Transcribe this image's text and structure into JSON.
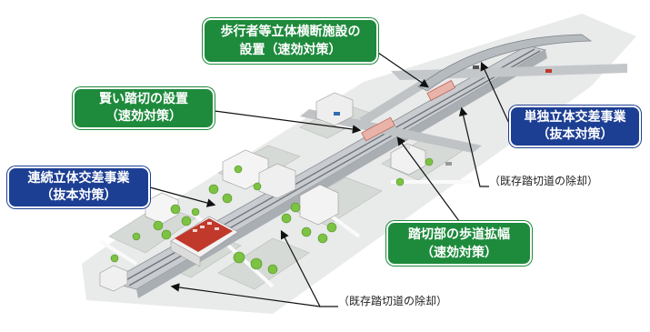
{
  "callouts": {
    "pedestrian_crossing": {
      "line1": "歩行者等立体横断施設の",
      "line2": "設置（速効対策）"
    },
    "smart_crossing": {
      "line1": "賢い踏切の設置",
      "line2": "（速効対策）"
    },
    "single_grade_separation": {
      "line1": "単独立体交差事業",
      "line2": "（抜本対策）"
    },
    "continuous_grade_separation": {
      "line1": "連続立体交差事業",
      "line2": "（抜本対策）"
    },
    "sidewalk_widening": {
      "line1": "踏切部の歩道拡幅",
      "line2": "（速効対策）"
    }
  },
  "notes": {
    "removal_upper": "（既存踏切道の除却）",
    "removal_lower": "（既存踏切道の除却）"
  },
  "colors": {
    "quick_measure": "#1e8a3c",
    "fundamental_measure": "#1d3f93",
    "station_roof": "#c0392b"
  }
}
